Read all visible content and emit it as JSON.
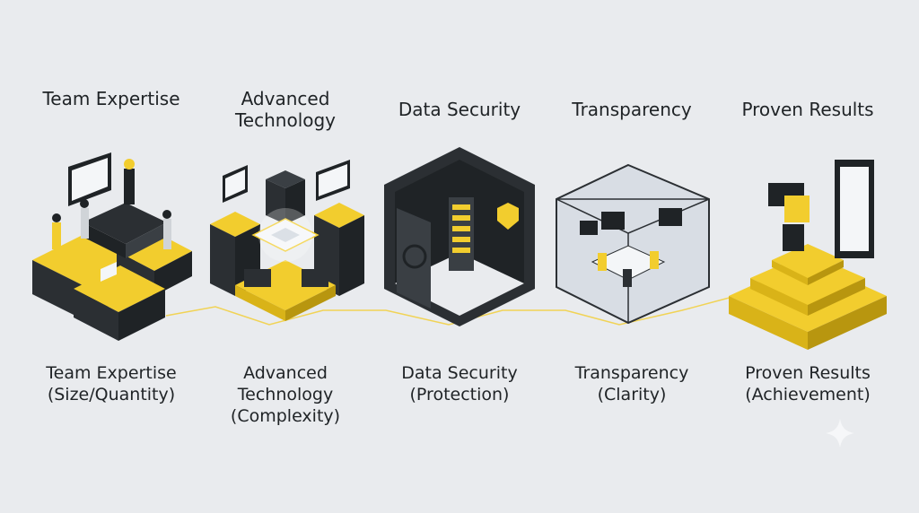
{
  "colors": {
    "background": "#e9ebee",
    "dark": "#2b2f33",
    "darker": "#1f2326",
    "yellow": "#f2cd2e",
    "yellow_dark": "#d9b318",
    "glass": "#cfd6de",
    "connector": "#f2cd2e"
  },
  "pillars": [
    {
      "title_lines": [
        "Team Expertise"
      ],
      "caption_lines": [
        "Team Expertise",
        "(Size/Quantity)"
      ],
      "icon": "team-office-icon"
    },
    {
      "title_lines": [
        "Advanced",
        "Technology"
      ],
      "caption_lines": [
        "Advanced",
        "Technology",
        "(Complexity)"
      ],
      "icon": "chip-server-icon"
    },
    {
      "title_lines": [
        "Data Security"
      ],
      "caption_lines": [
        "Data Security",
        "(Protection)"
      ],
      "icon": "vault-shield-icon"
    },
    {
      "title_lines": [
        "Transparency"
      ],
      "caption_lines": [
        "Transparency",
        "(Clarity)"
      ],
      "icon": "glass-room-icon"
    },
    {
      "title_lines": [
        "Proven Results"
      ],
      "caption_lines": [
        "Proven Results",
        "(Achievement)"
      ],
      "icon": "trophy-podium-icon"
    }
  ]
}
